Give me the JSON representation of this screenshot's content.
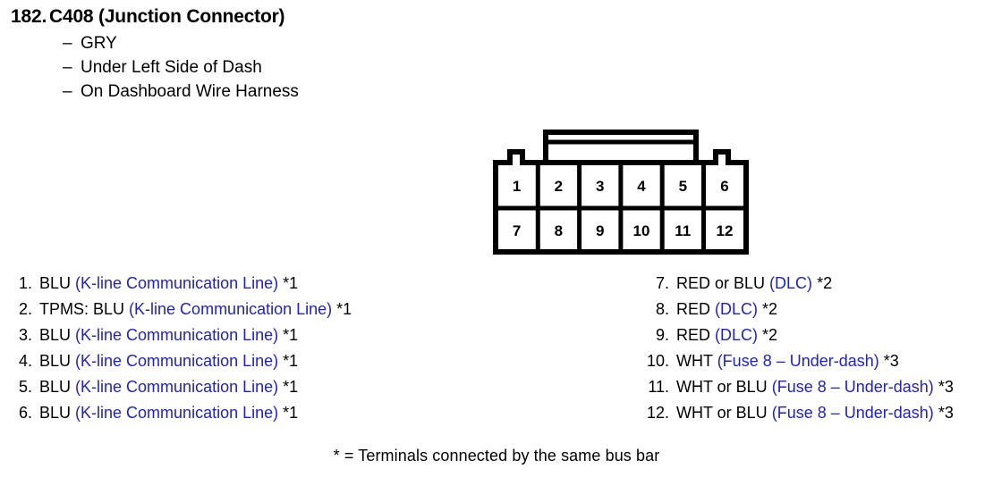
{
  "header": {
    "number": "182.",
    "name": "C408 (Junction Connector)",
    "dash": "–",
    "bullets": [
      "GRY",
      "Under Left Side of Dash",
      "On Dashboard Wire Harness"
    ]
  },
  "connector": {
    "name": "12-pin connector cavity diagram",
    "rows": [
      [
        "1",
        "2",
        "3",
        "4",
        "5",
        "6"
      ],
      [
        "7",
        "8",
        "9",
        "10",
        "11",
        "12"
      ]
    ]
  },
  "pins": {
    "left": [
      {
        "index": "1.",
        "wire": "BLU",
        "circuit": "(K-line Communication Line)",
        "ref": "*1"
      },
      {
        "index": "2.",
        "wire": "TPMS: BLU",
        "circuit": "(K-line Communication Line)",
        "ref": "*1"
      },
      {
        "index": "3.",
        "wire": "BLU",
        "circuit": "(K-line Communication Line)",
        "ref": "*1"
      },
      {
        "index": "4.",
        "wire": "BLU",
        "circuit": "(K-line Communication Line)",
        "ref": "*1"
      },
      {
        "index": "5.",
        "wire": "BLU",
        "circuit": "(K-line Communication Line)",
        "ref": "*1"
      },
      {
        "index": "6.",
        "wire": "BLU",
        "circuit": "(K-line Communication Line)",
        "ref": "*1"
      }
    ],
    "right": [
      {
        "index": "7.",
        "wire": "RED or BLU",
        "circuit": "(DLC)",
        "ref": "*2"
      },
      {
        "index": "8.",
        "wire": "RED",
        "circuit": "(DLC)",
        "ref": "*2"
      },
      {
        "index": "9.",
        "wire": "RED",
        "circuit": "(DLC)",
        "ref": "*2"
      },
      {
        "index": "10.",
        "wire": "WHT",
        "circuit": "(Fuse 8 – Under-dash)",
        "ref": "*3"
      },
      {
        "index": "11.",
        "wire": "WHT or BLU",
        "circuit": "(Fuse 8 – Under-dash)",
        "ref": "*3"
      },
      {
        "index": "12.",
        "wire": "WHT or BLU",
        "circuit": "(Fuse 8 – Under-dash)",
        "ref": "*3"
      }
    ]
  },
  "footnote": "* = Terminals connected by the same bus bar",
  "colors": {
    "circuit_blue": "#2020cc",
    "text_black": "#000000",
    "background": "#ffffff"
  }
}
